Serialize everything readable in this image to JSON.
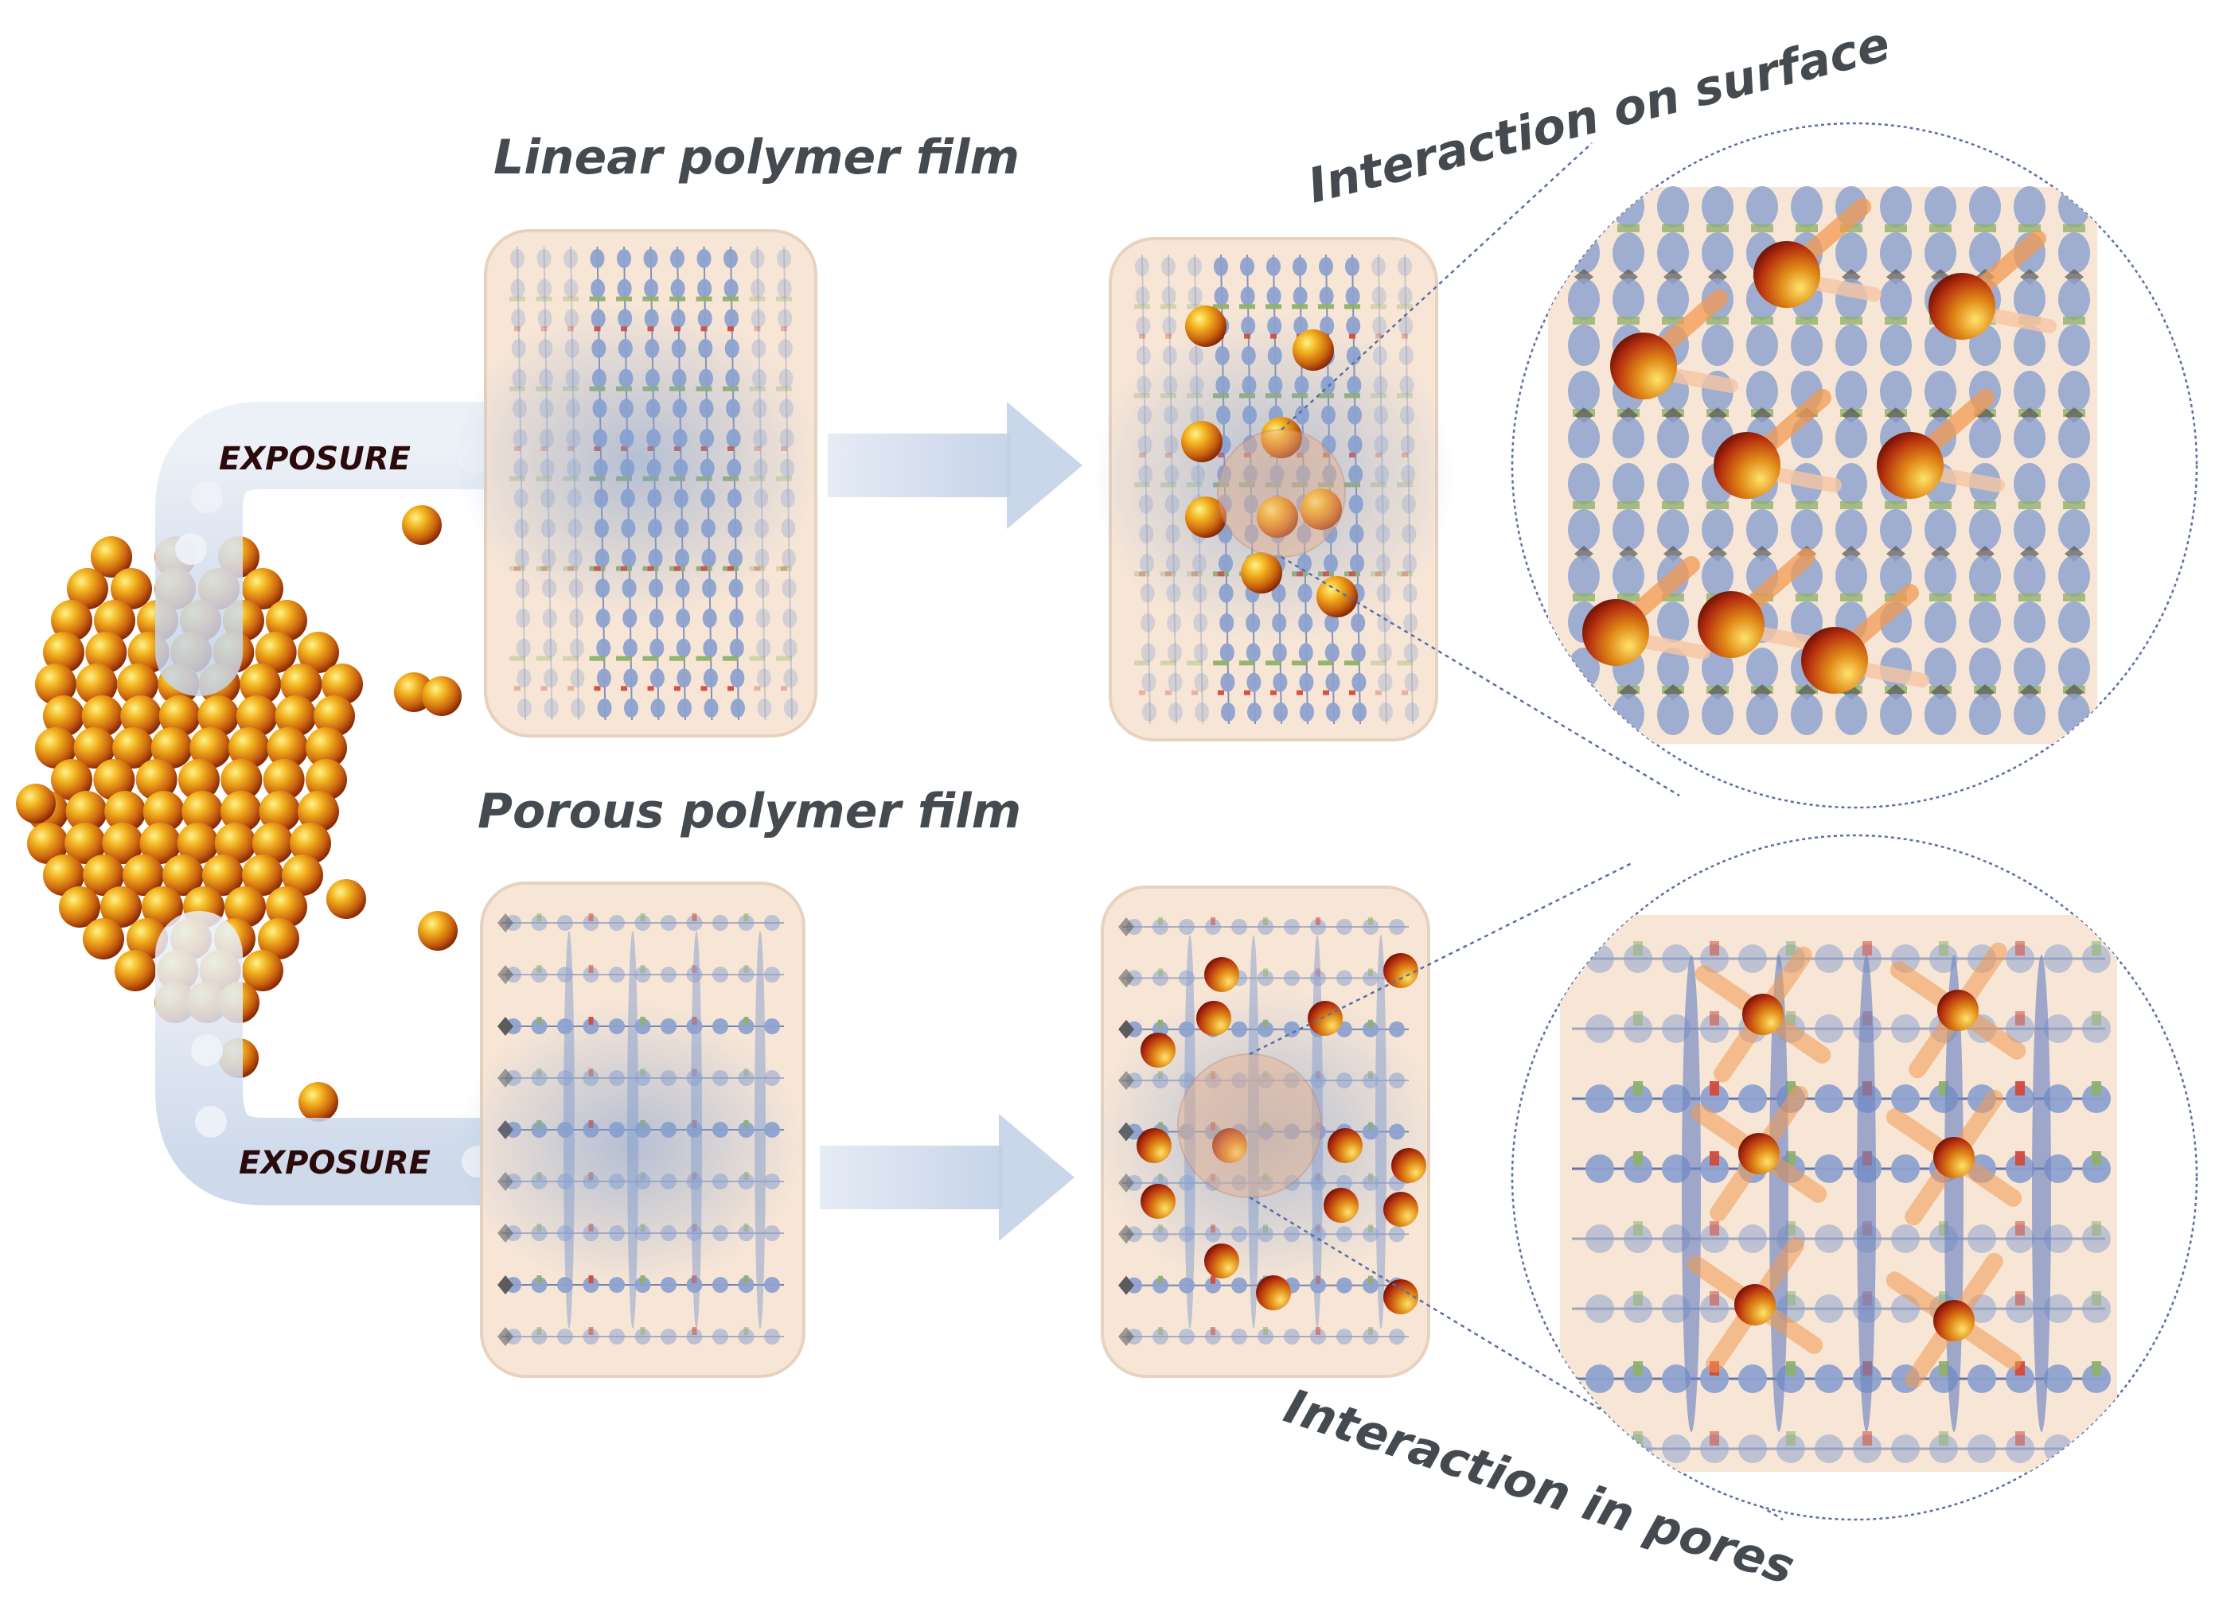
{
  "labels": {
    "linear_film": "Linear polymer film",
    "porous_film": "Porous polymer film",
    "surface_interaction": "Interaction on surface",
    "pore_interaction": "Interaction in pores",
    "exposure_top": "EXPOSURE",
    "exposure_bottom": "EXPOSURE"
  },
  "colors": {
    "film_bg": "#f7e6d6",
    "film_border": "#e9d5c2",
    "chain_blue": "#8ea2cf",
    "particle_gold": "#e7a21a",
    "particle_red": "#b42a12",
    "arrow_blue": "#c9d6ea",
    "interaction_orange": "#f39a52",
    "linker_green": "#8fb06b",
    "linker_red": "#d24a3a",
    "rod_yellow": "#e6c14a"
  },
  "icons": [
    "nanoparticle-sphere",
    "polymer-chain",
    "exposure-arrow",
    "flow-arrow",
    "zoom-lens"
  ]
}
